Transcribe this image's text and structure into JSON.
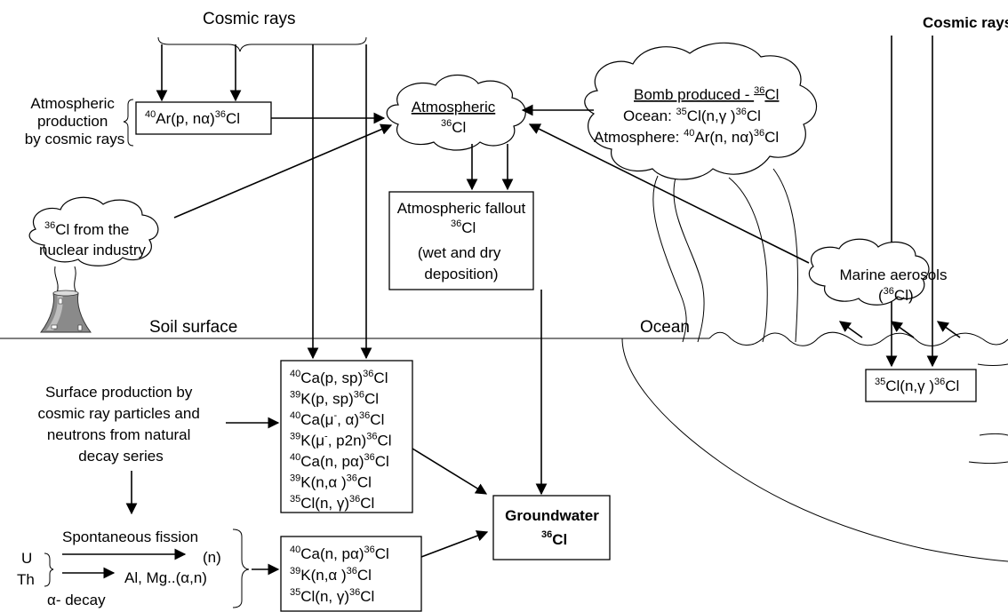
{
  "cosmic_rays_left": "Cosmic rays",
  "cosmic_rays_right": "Cosmic rays",
  "atmospheric_production_label": [
    "Atmospheric",
    "production",
    "by cosmic rays"
  ],
  "ar_reaction": {
    "sup1": "40",
    "a": "Ar(p, nα)",
    "sup2": "36",
    "b": "Cl"
  },
  "atmospheric_cloud": {
    "line1": "Atmospheric",
    "sup": "36",
    "line2": "Cl"
  },
  "bomb_cloud": {
    "title": "Bomb produced - ",
    "title_sup": "36",
    "title_tail": "Cl",
    "ocean_prefix": "Ocean: ",
    "ocean_sup1": "35",
    "ocean_mid": "Cl(n,γ )",
    "ocean_sup2": "36",
    "ocean_tail": "Cl",
    "atm_prefix": "Atmosphere: ",
    "atm_sup1": "40",
    "atm_mid": "Ar(n, nα)",
    "atm_sup2": "36",
    "atm_tail": "Cl"
  },
  "nuclear_cloud": {
    "sup": "36",
    "line1": "Cl from the",
    "line2": "nuclear industry"
  },
  "fallout_box": {
    "line1": "Atmospheric fallout",
    "sup": "36",
    "line2": "Cl",
    "line3": "(wet and dry",
    "line4": "deposition)"
  },
  "marine_cloud": {
    "line1": "Marine aerosols",
    "open": "(",
    "sup": "36",
    "line2": "Cl)"
  },
  "soil_surface": "Soil surface",
  "ocean": "Ocean",
  "ocean_reaction": {
    "sup1": "35",
    "a": "Cl(n,γ )",
    "sup2": "36",
    "b": "Cl"
  },
  "surface_production_label": [
    "Surface production by",
    "cosmic ray particles and",
    "neutrons from natural",
    "decay series"
  ],
  "surface_reactions": [
    {
      "s1": "40",
      "a": "Ca(p, sp)",
      "s2": "36",
      "b": "Cl"
    },
    {
      "s1": "39",
      "a": "K(p, sp)",
      "s2": "36",
      "b": "Cl"
    },
    {
      "s1": "40",
      "a": "Ca(μ",
      "s3": "-",
      "a2": ", α)",
      "s2": "36",
      "b": "Cl"
    },
    {
      "s1": "39",
      "a": "K(μ",
      "s3": "-",
      "a2": ", p2n)",
      "s2": "36",
      "b": "Cl"
    },
    {
      "s1": "40",
      "a": "Ca(n, pα)",
      "s2": "36",
      "b": "Cl"
    },
    {
      "s1": "39",
      "a": "K(n,α )",
      "s2": "36",
      "b": "Cl"
    },
    {
      "s1": "35",
      "a": "Cl(n, γ)",
      "s2": "36",
      "b": "Cl"
    }
  ],
  "groundwater": {
    "line1": "Groundwater",
    "sup": "36",
    "line2": "Cl"
  },
  "fission": {
    "spontaneous": "Spontaneous fission",
    "u": "U",
    "th": "Th",
    "n": "(n)",
    "almg": "Al, Mg..(α,n)",
    "alpha": "α- decay"
  },
  "deep_reactions": [
    {
      "s1": "40",
      "a": "Ca(n, pα)",
      "s2": "36",
      "b": "Cl"
    },
    {
      "s1": "39",
      "a": "K(n,α )",
      "s2": "36",
      "b": "Cl"
    },
    {
      "s1": "35",
      "a": "Cl(n, γ)",
      "s2": "36",
      "b": "Cl"
    }
  ]
}
